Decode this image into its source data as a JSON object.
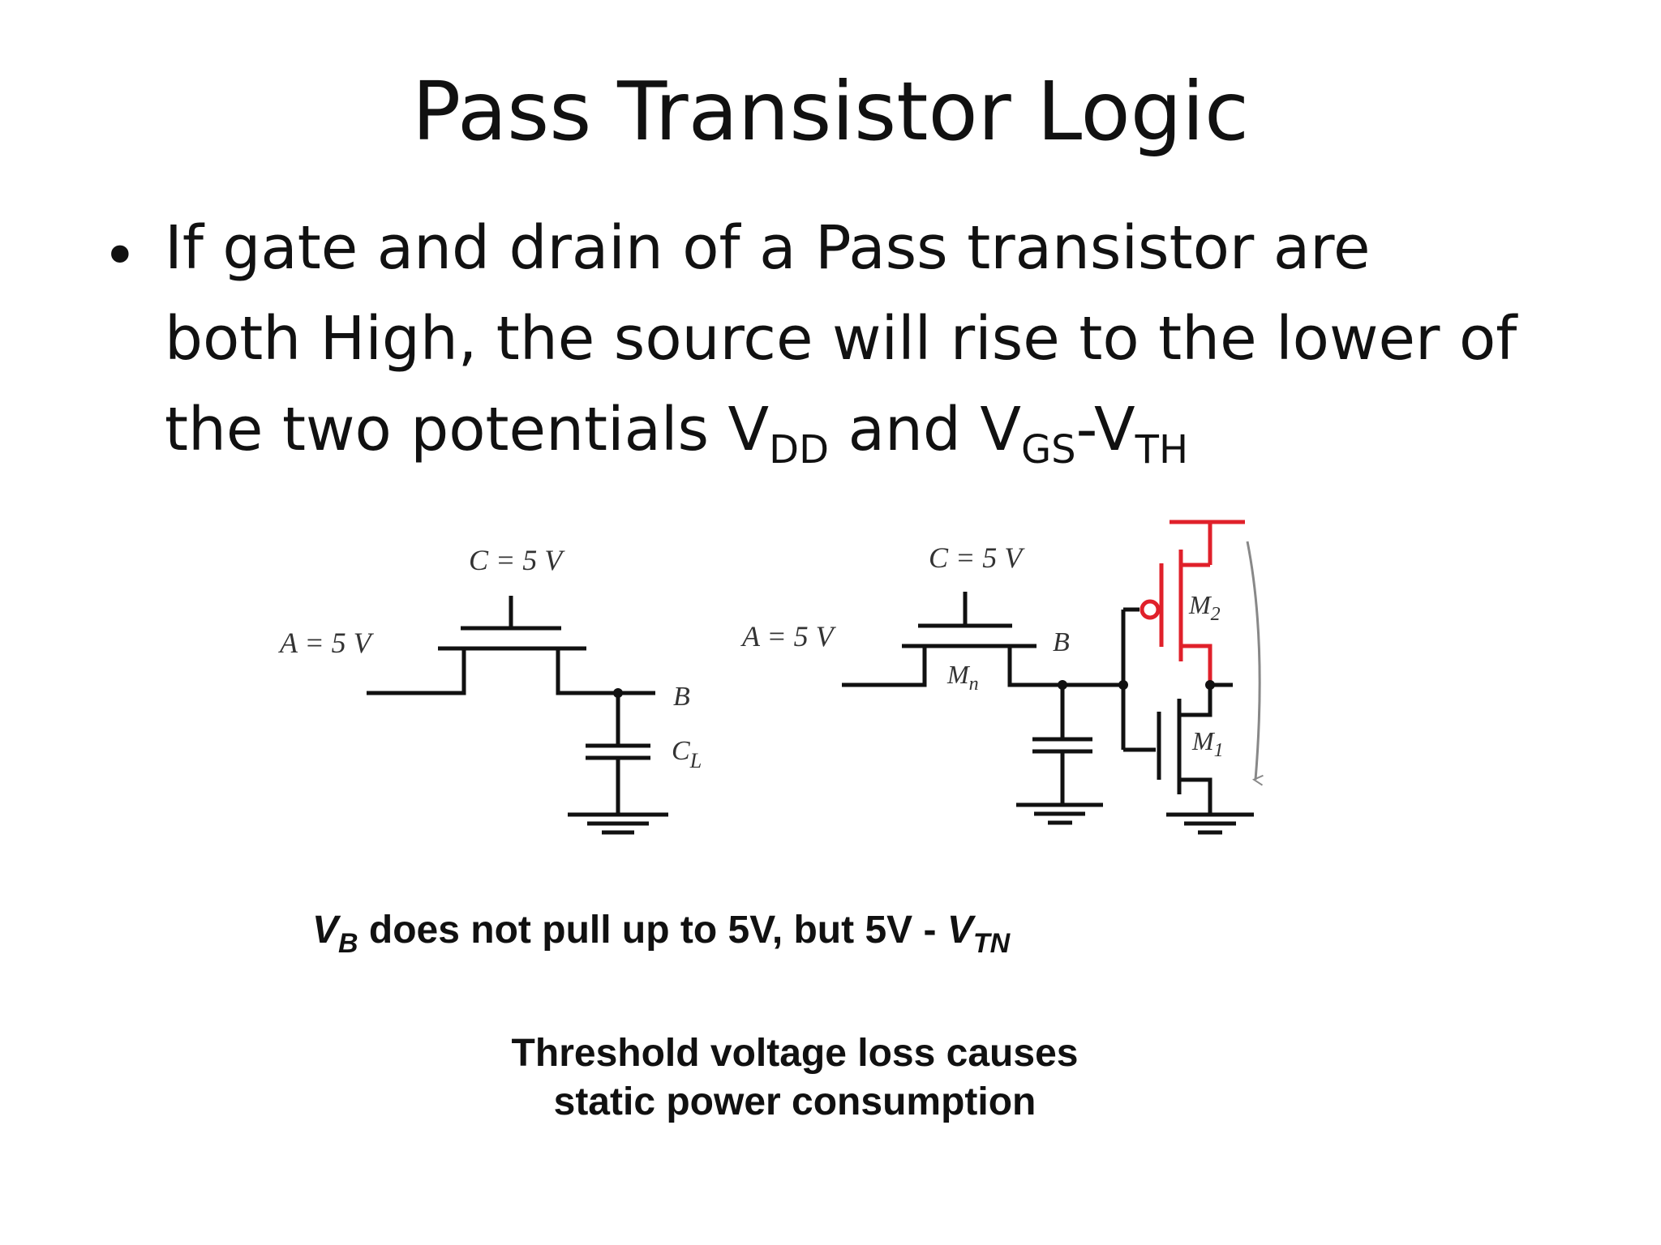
{
  "title": "Pass Transistor Logic",
  "bullet": {
    "line1": "If  gate and drain of  a  Pass  transistor are",
    "line2": "both High, the source will rise to the lower of",
    "line3_prefix": "the  two  potentials V",
    "vdd_sub": "DD",
    "and_text": " and V",
    "vgs_sub": "GS",
    "dash_v": "-V",
    "vth_sub": "TH"
  },
  "circuit_left": {
    "label_c": "C = 5 V",
    "label_a": "A = 5 V",
    "label_b": "B",
    "label_cl_main": "C",
    "label_cl_sub": "L"
  },
  "circuit_right": {
    "label_c": "C = 5 V",
    "label_a": "A = 5 V",
    "label_b": "B",
    "label_mn_main": "M",
    "label_mn_sub": "n",
    "label_m2_main": "M",
    "label_m2_sub": "2",
    "label_m1_main": "M",
    "label_m1_sub": "1"
  },
  "caption1": {
    "vb_main": "V",
    "vb_sub": "B",
    "middle": " does not pull up to 5V, but 5V - ",
    "vtn_main": "V",
    "vtn_sub": "TN"
  },
  "caption2": {
    "line1": "Threshold voltage loss causes",
    "line2": "static power consumption"
  },
  "colors": {
    "wire": "#111111",
    "highlight": "#e0202a",
    "arrow": "#888888"
  }
}
